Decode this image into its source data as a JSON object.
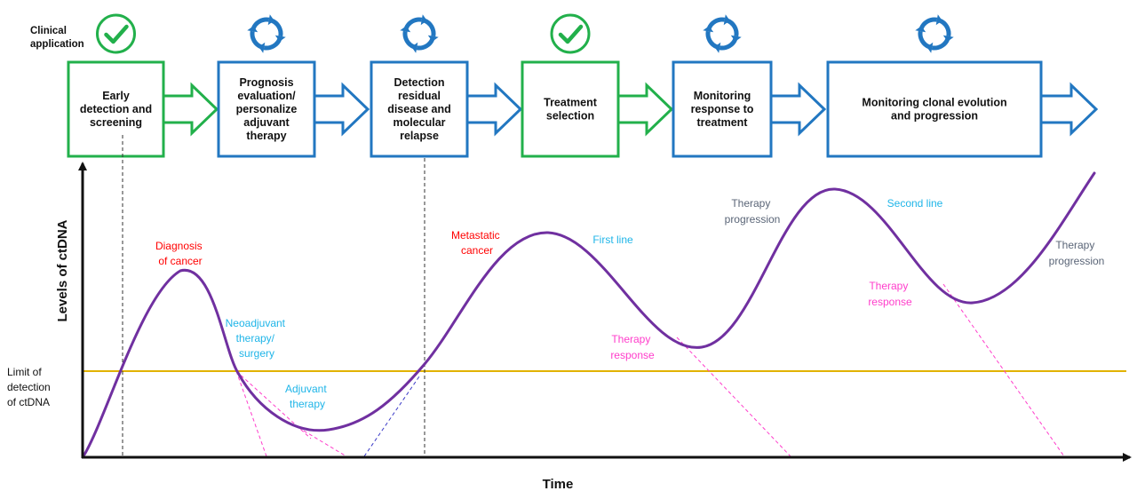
{
  "clinical_application_label": [
    "Clinical",
    "application"
  ],
  "colors": {
    "green": "#22b04b",
    "blue": "#2277c1",
    "curve": "#7030a0",
    "lod_line": "#e2b300",
    "red": "#ff0000",
    "cyan": "#1fb5e8",
    "magenta": "#ff3dcb",
    "slate": "#5a6577",
    "dashed_marker": "#333333",
    "dashed_blue": "#3c3cc8"
  },
  "stages": [
    {
      "lines": [
        "Early",
        "detection and",
        "screening"
      ],
      "color": "green",
      "icon": "check-circle-icon"
    },
    {
      "lines": [
        "Prognosis",
        "evaluation/",
        "personalize",
        "adjuvant",
        "therapy"
      ],
      "color": "blue",
      "icon": "cycle-arrows-icon"
    },
    {
      "lines": [
        "Detection",
        "residual",
        "disease and",
        "molecular",
        "relapse"
      ],
      "color": "blue",
      "icon": "cycle-arrows-icon"
    },
    {
      "lines": [
        "Treatment",
        "selection"
      ],
      "color": "green",
      "icon": "check-circle-icon"
    },
    {
      "lines": [
        "Monitoring",
        "response to",
        "treatment"
      ],
      "color": "blue",
      "icon": "cycle-arrows-icon"
    },
    {
      "lines": [
        "Monitoring clonal evolution",
        "and progression"
      ],
      "color": "blue",
      "icon": "cycle-arrows-icon"
    }
  ],
  "axes": {
    "y_title": "Levels of ctDNA",
    "x_title": "Time"
  },
  "limit_of_detection_label": [
    "Limit of",
    "detection",
    "of ctDNA"
  ],
  "annotations": [
    {
      "lines": [
        "Diagnosis",
        "of cancer"
      ],
      "color": "red"
    },
    {
      "lines": [
        "Neoadjuvant",
        "therapy/",
        "surgery"
      ],
      "color": "cyan"
    },
    {
      "lines": [
        "Adjuvant",
        "therapy"
      ],
      "color": "cyan"
    },
    {
      "lines": [
        "Metastatic",
        "cancer"
      ],
      "color": "red"
    },
    {
      "lines": [
        "First line"
      ],
      "color": "cyan"
    },
    {
      "lines": [
        "Therapy",
        "response"
      ],
      "color": "magenta"
    },
    {
      "lines": [
        "Therapy",
        "progression"
      ],
      "color": "slate"
    },
    {
      "lines": [
        "Second line"
      ],
      "color": "cyan"
    },
    {
      "lines": [
        "Therapy",
        "response"
      ],
      "color": "magenta"
    },
    {
      "lines": [
        "Therapy",
        "progression"
      ],
      "color": "slate"
    }
  ]
}
